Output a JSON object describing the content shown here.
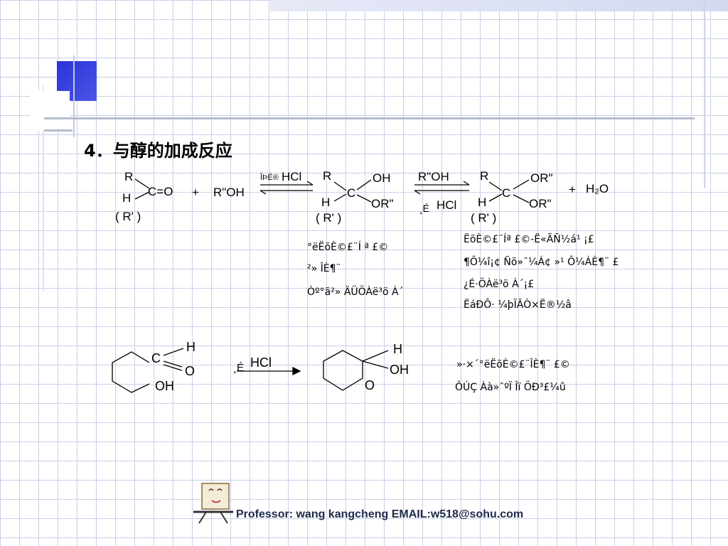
{
  "heading": "4．与醇的加成反应",
  "reaction1": {
    "aldehyde": {
      "r": "R",
      "h": "H",
      "carbonyl": "C=O",
      "alt": "( R' )"
    },
    "plus1": "+",
    "alcohol": "R\"OH",
    "cond1_garbled": "ÎÞË®",
    "cond1_reagent": "HCl",
    "hemiacetal": {
      "r": "R",
      "h": "H",
      "c": "C",
      "oh": "OH",
      "or": "OR\"",
      "alt": "( R' )"
    },
    "cond2_top": "R\"OH",
    "cond2_garbled": "¸É",
    "cond2_reagent": "HCl",
    "acetal": {
      "r": "R",
      "h": "H",
      "c": "C",
      "or1": "OR\"",
      "or2": "OR\"",
      "alt": "( R' )"
    },
    "plus2": "+",
    "water": "H₂O"
  },
  "notes_hemiacetal": [
    "°ëËõÈ©£¨Í ª £©",
    "²» ÎÈ¶¨",
    "Òº°ã²» ÄÜÖÀë³ö À´"
  ],
  "notes_acetal": [
    "ËõÈ©£¨Íª  £©-Ë«ÃÑ½á¹  ¡£",
    "¶Ô¼î¡¢ Ñõ»¯¼Á¢ »¹ Ô­¼ÁÈ¶¨ £",
    "¿É·ÖÀë³ö À´¡£",
    "ËáÐÔ· ¼þÏÂÒ×Ë®½â"
  ],
  "reaction2": {
    "reactant": {
      "c": "C",
      "h": "H",
      "o": "O",
      "oh": "OH"
    },
    "cond_garbled": "¸É",
    "cond_reagent": "HCl",
    "product": {
      "h": "H",
      "oh": "OH",
      "o": "O"
    }
  },
  "notes_cyclic": [
    "»·×´°ëËõÈ©£¨ÎÈ¶¨ £©",
    "ÔÚÇ Àà»¯ºÏ Îï ÖÐ³£¼û"
  ],
  "footer": "Professor: wang kangcheng EMAIL:w518@sohu.com",
  "colors": {
    "accent_blue": "#2a33d8",
    "grid": "#c9cfe6",
    "footer_text": "#1e2a4a"
  }
}
